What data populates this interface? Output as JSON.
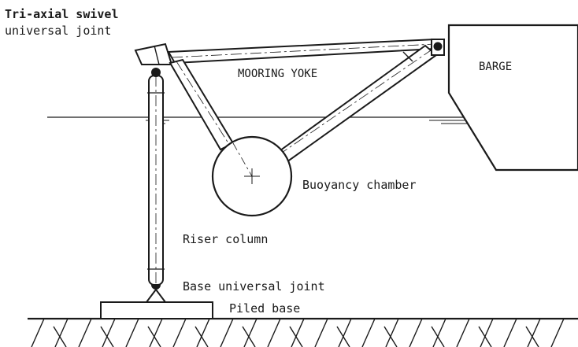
{
  "labels": {
    "swivel_line1": "Tri-axial swivel",
    "swivel_line2": "universal joint",
    "mooring_yoke": "MOORING YOKE",
    "barge": "BARGE",
    "buoyancy_chamber": "Buoyancy chamber",
    "riser_column": "Riser column",
    "base_joint": "Base universal joint",
    "piled_base": "Piled base"
  },
  "colors": {
    "ink": "#1a1a1a",
    "paper": "#ffffff"
  }
}
